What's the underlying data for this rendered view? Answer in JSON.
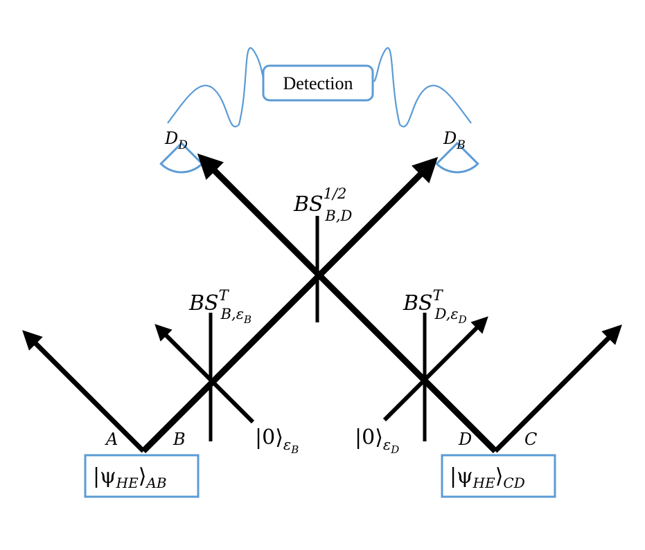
{
  "detection": {
    "label": "Detection"
  },
  "detectors": {
    "left": {
      "base": "D",
      "sub": "D"
    },
    "right": {
      "base": "D",
      "sub": "B"
    }
  },
  "beamsplitters": {
    "center": {
      "base": "BS",
      "sup": "1/2",
      "sub": "B,D"
    },
    "left": {
      "base": "BS",
      "sup": "T",
      "sub": "B,ε",
      "subsub": "B"
    },
    "right": {
      "base": "BS",
      "sup": "T",
      "sub": "D,ε",
      "subsub": "D"
    }
  },
  "vacuum_inputs": {
    "left": {
      "ket": "|0⟩",
      "sub": "ε",
      "subsub": "B"
    },
    "right": {
      "ket": "|0⟩",
      "sub": "ε",
      "subsub": "D"
    }
  },
  "modes": {
    "A": "A",
    "B": "B",
    "C": "C",
    "D": "D"
  },
  "sources": {
    "left": {
      "ket_open": "|ψ",
      "sub": "HE",
      "ket_close": "⟩",
      "sub2": "AB"
    },
    "right": {
      "ket_open": "|ψ",
      "sub": "HE",
      "ket_close": "⟩",
      "sub2": "CD"
    }
  },
  "colors": {
    "accent": "#5b9bd5",
    "beam": "#000000"
  }
}
